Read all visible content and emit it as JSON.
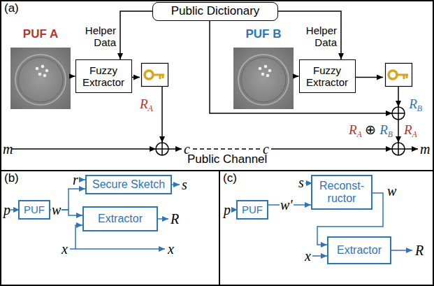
{
  "diagram": {
    "nodes": [
      {
        "text": [
          "(a)"
        ]
      },
      {
        "text": [
          "Public Dictionary"
        ],
        "in": 0
      },
      {
        "text": [
          "PUF A"
        ],
        "in": 0
      },
      {
        "text": [
          "Fuzzy Extractor"
        ],
        "in": 0
      },
      {
        "text": [
          "RA"
        ],
        "in": 0
      },
      {
        "text": [
          "PUF B"
        ],
        "in": 0
      },
      {
        "text": [
          "Fuzzy Extractor"
        ],
        "in": 0
      },
      {
        "text": [
          "RB"
        ],
        "in": 0
      },
      {
        "text": [
          "(b)"
        ]
      },
      {
        "text": [
          "PUF"
        ],
        "in": 8
      },
      {
        "text": [
          "Secure Sketch"
        ],
        "in": 8
      },
      {
        "text": [
          "Extractor"
        ],
        "in": 8
      },
      {
        "text": [
          "(c)"
        ]
      },
      {
        "text": [
          "PUF"
        ],
        "in": 12
      },
      {
        "text": [
          "Reconst- ructor"
        ],
        "in": 12
      },
      {
        "text": [
          "Extractor"
        ],
        "in": 12
      }
    ],
    "edges": [
      {
        "from": 1,
        "to": 3,
        "arrow": "to"
      },
      {
        "from": 1,
        "to": 6,
        "arrow": "to"
      },
      {
        "from": 2,
        "to": 3,
        "arrow": "to"
      },
      {
        "from": 3,
        "to": 4,
        "arrow": "to"
      },
      {
        "from": 5,
        "to": 6,
        "arrow": "to"
      },
      {
        "from": 6,
        "to": 7,
        "arrow": "to"
      },
      {
        "from": 9,
        "to": 10,
        "arrow": "to"
      },
      {
        "from": 9,
        "to": 11,
        "arrow": "to"
      },
      {
        "from": 13,
        "to": 14,
        "arrow": "to"
      },
      {
        "from": 14,
        "to": 15,
        "arrow": "to"
      }
    ],
    "labels": [
      "Helper Data",
      "Helper Data",
      "RA ⊕ RB",
      "RA",
      "m",
      "c",
      "c",
      "Public Channel",
      "m",
      "p",
      "r",
      "w",
      "s",
      "R",
      "x",
      "x",
      "p",
      "w′",
      "s",
      "w",
      "x",
      "R"
    ]
  }
}
